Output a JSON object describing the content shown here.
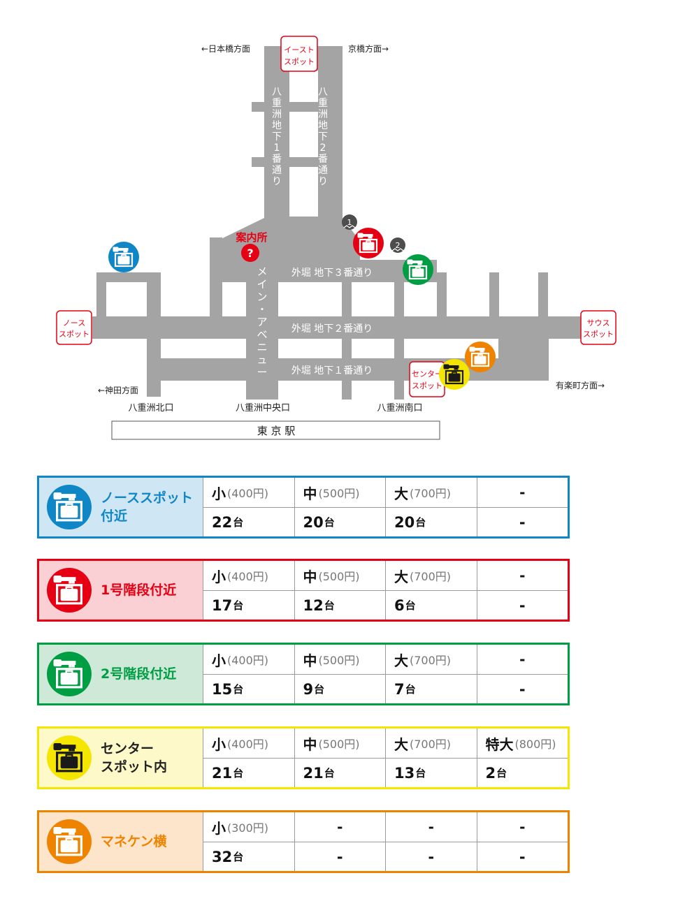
{
  "map": {
    "directions": {
      "nihonbashi": "←日本橋方面",
      "kyobashi": "京橋方面→",
      "kanda": "←神田方面",
      "yurakucho": "有楽町方面→"
    },
    "spots": {
      "east": [
        "イースト",
        "スポット"
      ],
      "north": [
        "ノース",
        "スポット"
      ],
      "south": [
        "サウス",
        "スポット"
      ],
      "center": [
        "センター",
        "スポット"
      ]
    },
    "streets": {
      "b1_chars": [
        "八",
        "重",
        "洲",
        "地",
        "下",
        "1",
        "番",
        "通",
        "り"
      ],
      "b2_chars": [
        "八",
        "重",
        "洲",
        "地",
        "下",
        "2",
        "番",
        "通",
        "り"
      ],
      "main_chars": [
        "メ",
        "イ",
        "ン",
        "・",
        "ア",
        "ベ",
        "ニ",
        "ュ",
        "ー"
      ],
      "sotobori3": "外堀 地下３番通り",
      "sotobori2": "外堀 地下２番通り",
      "sotobori1": "外堀 地下１番通り"
    },
    "info_label": "案内所",
    "info_icon_text": "?",
    "stair1": "1",
    "stair2": "2",
    "exits": {
      "north": "八重洲北口",
      "central": "八重洲中央口",
      "south": "八重洲南口"
    },
    "station": "東 京 駅"
  },
  "colors": {
    "road": "#a4a4a4",
    "blue": "#0f86c6",
    "red": "#e50013",
    "green": "#009e43",
    "yellow": "#f5e600",
    "orange": "#ee8300",
    "dark": "#4d4d4d"
  },
  "lockers": [
    {
      "name_lines": [
        "ノーススポット",
        "付近"
      ],
      "border": "#0f86c6",
      "bg": "#cfe7f4",
      "text": "#0f86c6",
      "icon_bg": "#0f86c6",
      "icon_fg": "#ffffff",
      "sizes": [
        {
          "size": "小",
          "price": "(400円)",
          "count": "22",
          "unit": "台"
        },
        {
          "size": "中",
          "price": "(500円)",
          "count": "20",
          "unit": "台"
        },
        {
          "size": "大",
          "price": "(700円)",
          "count": "20",
          "unit": "台"
        },
        {
          "size": "-",
          "price": "",
          "count": "-",
          "unit": ""
        }
      ]
    },
    {
      "name_lines": [
        "1号階段付近"
      ],
      "border": "#e50013",
      "bg": "#fbd0d5",
      "text": "#e50013",
      "icon_bg": "#e50013",
      "icon_fg": "#ffffff",
      "sizes": [
        {
          "size": "小",
          "price": "(400円)",
          "count": "17",
          "unit": "台"
        },
        {
          "size": "中",
          "price": "(500円)",
          "count": "12",
          "unit": "台"
        },
        {
          "size": "大",
          "price": "(700円)",
          "count": "6",
          "unit": "台"
        },
        {
          "size": "-",
          "price": "",
          "count": "-",
          "unit": ""
        }
      ]
    },
    {
      "name_lines": [
        "2号階段付近"
      ],
      "border": "#009e43",
      "bg": "#cfe9d9",
      "text": "#009e43",
      "icon_bg": "#009e43",
      "icon_fg": "#ffffff",
      "sizes": [
        {
          "size": "小",
          "price": "(400円)",
          "count": "15",
          "unit": "台"
        },
        {
          "size": "中",
          "price": "(500円)",
          "count": "9",
          "unit": "台"
        },
        {
          "size": "大",
          "price": "(700円)",
          "count": "7",
          "unit": "台"
        },
        {
          "size": "-",
          "price": "",
          "count": "-",
          "unit": ""
        }
      ]
    },
    {
      "name_lines": [
        "センター",
        "スポット内"
      ],
      "border": "#f5e600",
      "bg": "#fdf9c8",
      "text": "#222222",
      "icon_bg": "#f5e600",
      "icon_fg": "#1a1a1a",
      "sizes": [
        {
          "size": "小",
          "price": "(400円)",
          "count": "21",
          "unit": "台"
        },
        {
          "size": "中",
          "price": "(500円)",
          "count": "21",
          "unit": "台"
        },
        {
          "size": "大",
          "price": "(700円)",
          "count": "13",
          "unit": "台"
        },
        {
          "size": "特大",
          "price": "(800円)",
          "count": "2",
          "unit": "台"
        }
      ]
    },
    {
      "name_lines": [
        "マネケン横"
      ],
      "border": "#ee8300",
      "bg": "#fde5cc",
      "text": "#ee8300",
      "icon_bg": "#ee8300",
      "icon_fg": "#ffffff",
      "sizes": [
        {
          "size": "小",
          "price": "(300円)",
          "count": "32",
          "unit": "台"
        },
        {
          "size": "-",
          "price": "",
          "count": "-",
          "unit": ""
        },
        {
          "size": "-",
          "price": "",
          "count": "-",
          "unit": ""
        },
        {
          "size": "-",
          "price": "",
          "count": "-",
          "unit": ""
        }
      ]
    }
  ]
}
